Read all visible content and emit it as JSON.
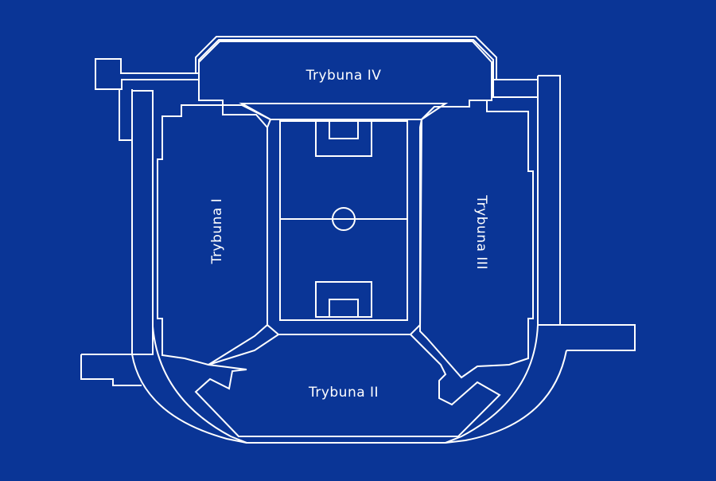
{
  "stands": {
    "s1": {
      "label": "Trybuna I"
    },
    "s2": {
      "label": "Trybuna II"
    },
    "s3": {
      "label": "Trybuna III"
    },
    "s4": {
      "label": "Trybuna IV"
    }
  },
  "colors": {
    "background": "#0a3596",
    "lines": "#ffffff"
  }
}
